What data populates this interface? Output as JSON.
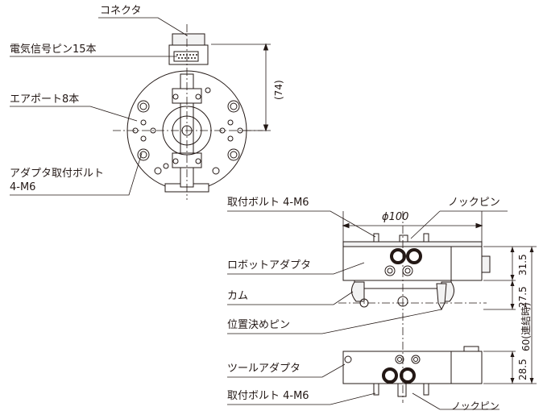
{
  "callouts": {
    "connector": "コネクタ",
    "signal_pins": "電気信号ピン15本",
    "air_ports": "エアポート8本",
    "adapter_bolt_1": "アダプタ取付ボルト",
    "adapter_bolt_2": "4-M6",
    "mount_bolt_top": "取付ボルト 4-M6",
    "knock_pin_top": "ノックピン",
    "robot_adapter": "ロボットアダプタ",
    "cam": "カム",
    "locating_pin": "位置決めピン",
    "tool_adapter": "ツールアダプタ",
    "mount_bolt_bottom": "取付ボルト 4-M6",
    "knock_pin_bottom": "ノックピン"
  },
  "dimensions": {
    "height_74": "(74)",
    "diameter": "ϕ100",
    "robot_adapter_h": "31.5",
    "cam_h": "27.5",
    "coupled_h": "60(連結時)",
    "tool_adapter_h": "28.5"
  },
  "colors": {
    "line": "#231815",
    "fill_light": "#f2f2f2",
    "fill_white": "#ffffff"
  }
}
